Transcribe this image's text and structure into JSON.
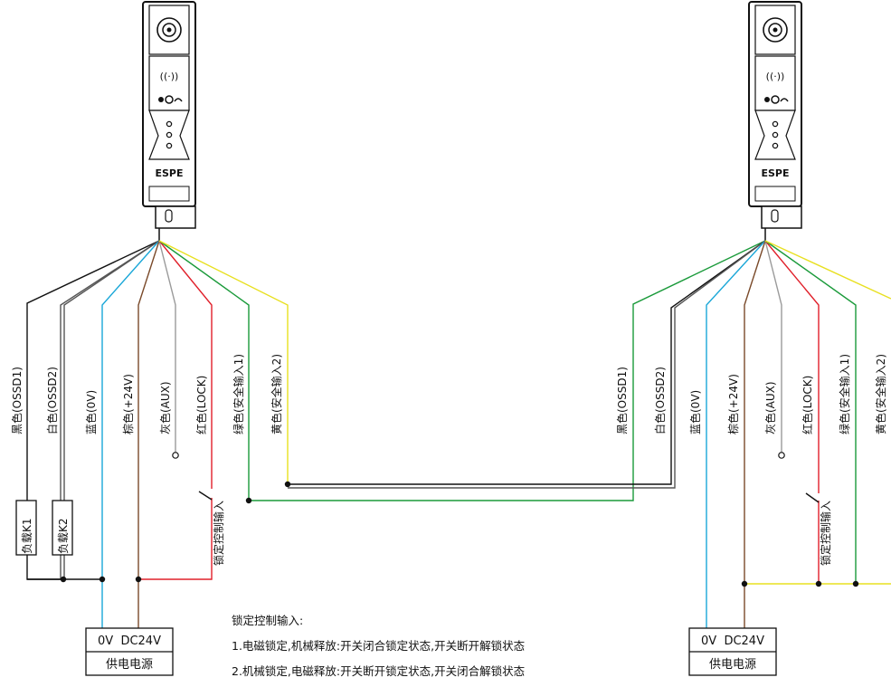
{
  "device_label": "ESPE",
  "wires": {
    "black": "黑色(OSSD1)",
    "white": "白色(OSSD2)",
    "blue": "蓝色(0V)",
    "brown": "棕色(+24V)",
    "gray": "灰色(AUX)",
    "red": "红色(LOCK)",
    "green": "绿色(安全输入1)",
    "yellow": "黄色(安全输入2)"
  },
  "loads": {
    "k1": "负载K1",
    "k2": "负载K2"
  },
  "lock_control_label": "锁定控制输入",
  "power_supply": {
    "voltage": "0V  DC24V",
    "name": "供电电源"
  },
  "notes": {
    "title": "锁定控制输入:",
    "line1": "1.电磁锁定,机械释放:开关闭合锁定状态,开关断开解锁状态",
    "line2": "2.机械锁定,电磁释放:开关断开锁定状态,开关闭合解锁状态"
  },
  "colors": {
    "black": "#111111",
    "white_wire": "#555555",
    "blue": "#1aa7d8",
    "brown": "#7a4a2a",
    "gray": "#9a9a9a",
    "red": "#e0202a",
    "green": "#1a9a3a",
    "yellow": "#e8e020"
  }
}
